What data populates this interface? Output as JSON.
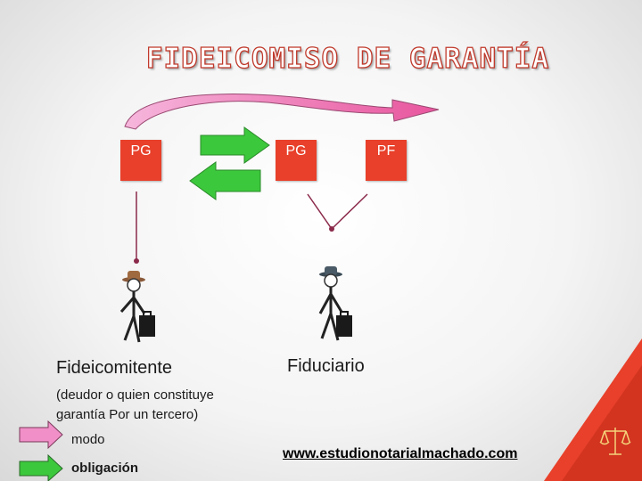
{
  "title": "FIDEICOMISO DE GARANTÍA",
  "boxes": {
    "pg_left": "PG",
    "pg_right": "PG",
    "pf": "PF"
  },
  "labels": {
    "fideicomitente": "Fideicomitente",
    "fiduciario": "Fiduciario",
    "desc_line1": "(deudor o quien  constituye",
    "desc_line2": "garantía Por un tercero)"
  },
  "legend": {
    "modo": "modo",
    "obligacion": "obligación"
  },
  "footer_url": "www.estudionotarialmachado.com",
  "colors": {
    "box": "#e8402a",
    "modo_arrow": "#f08fc8",
    "obligacion_arrow": "#3cc83c",
    "connector": "#8b2a4a",
    "corner": "#e8402a"
  }
}
